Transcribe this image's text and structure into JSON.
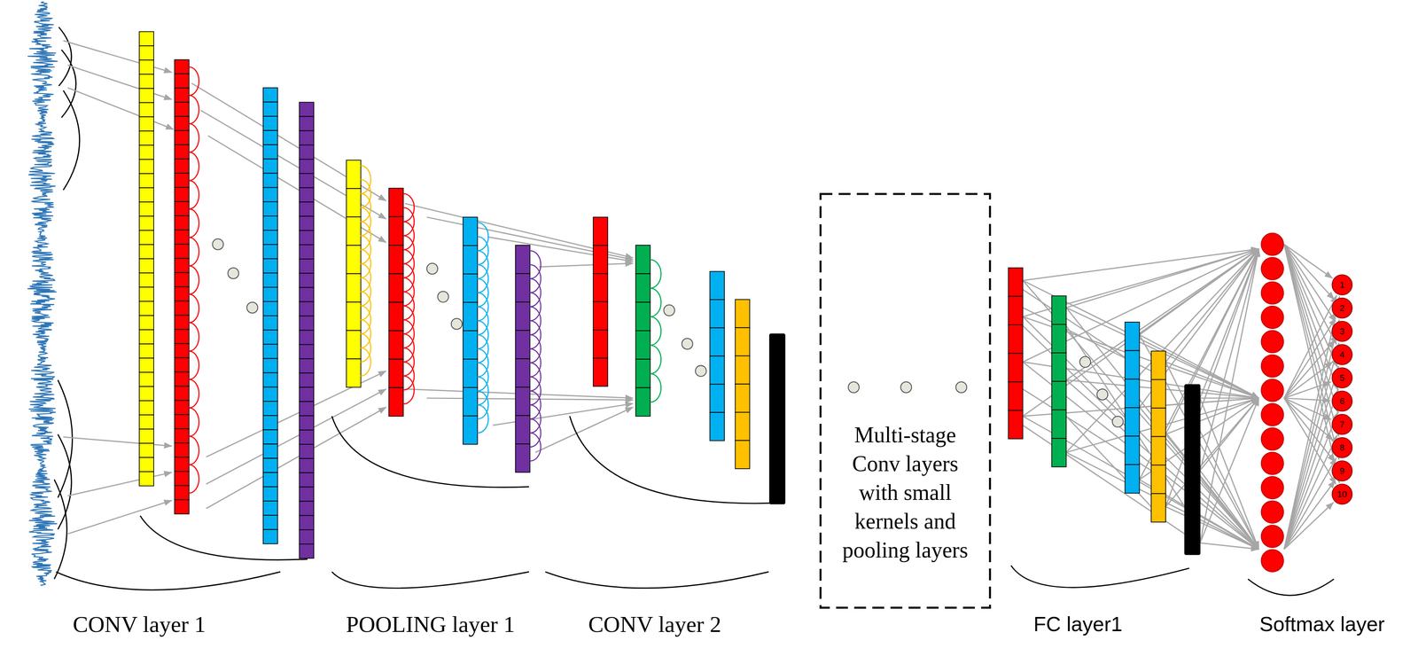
{
  "diagram": {
    "nodes": [
      {
        "text": [
          "Multi-stage Conv layers with small kernels and pooling layers"
        ]
      },
      {
        "text": [
          "1"
        ]
      },
      {
        "text": [
          "2"
        ]
      },
      {
        "text": [
          "3"
        ]
      },
      {
        "text": [
          "4"
        ]
      },
      {
        "text": [
          "5"
        ]
      },
      {
        "text": [
          "6"
        ]
      },
      {
        "text": [
          "7"
        ]
      },
      {
        "text": [
          "8"
        ]
      },
      {
        "text": [
          "9"
        ]
      },
      {
        "text": [
          "10"
        ]
      }
    ],
    "labels": [
      "CONV layer 1",
      "POOLING layer 1",
      "CONV layer 2",
      "FC layer1",
      "Softmax layer"
    ]
  }
}
